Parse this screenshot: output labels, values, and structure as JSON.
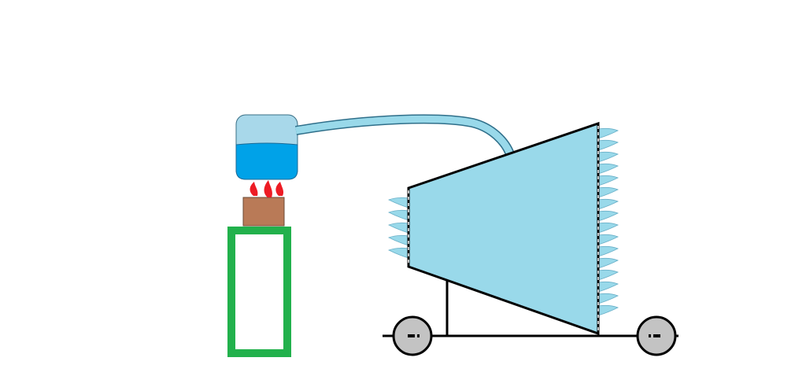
{
  "diagram": {
    "components": [
      {
        "id": "water-container",
        "icon": "water-jar-icon"
      },
      {
        "id": "flames",
        "icon": "flame-icon",
        "count": 3
      },
      {
        "id": "burner-block",
        "icon": "burner-icon"
      },
      {
        "id": "stand",
        "icon": "stand-icon"
      },
      {
        "id": "feed-pipe",
        "icon": "pipe-icon"
      },
      {
        "id": "turbine-body",
        "icon": "turbine-icon"
      },
      {
        "id": "inlet-blades",
        "icon": "blade-icon",
        "count": 5
      },
      {
        "id": "outlet-blades",
        "icon": "blade-icon",
        "count": 16
      },
      {
        "id": "cart",
        "icon": "cart-icon"
      },
      {
        "id": "wheels",
        "icon": "wheel-icon",
        "count": 2
      }
    ],
    "colors": {
      "container_top": "#a8d8ea",
      "water": "#00a2e8",
      "flame": "#ed1c24",
      "burner": "#b97a57",
      "stand": "#22b14c",
      "pipe": "#99d9ea",
      "turbine": "#99d9ea",
      "blade": "#99d9ea",
      "wheel": "#c3c3c3",
      "line": "#000000"
    }
  }
}
